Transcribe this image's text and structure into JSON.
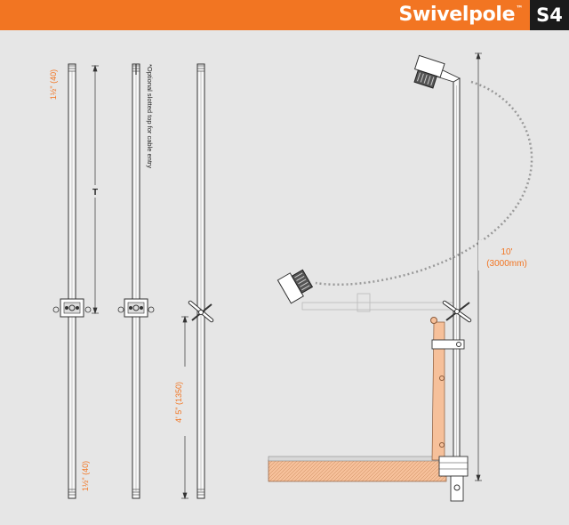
{
  "header": {
    "brand": "Swivelpole",
    "trademark": "™",
    "code": "S4"
  },
  "labels": {
    "top_dimension": "1½\"  (40)",
    "bottom_dimension": "1½\"  (40)",
    "top_section": "T",
    "lower_height": "4' 5\"  (1350)",
    "slotted_note": "*Optional slotted top for cable entry",
    "total_height_ft": "10'",
    "total_height_mm": "(3000mm)"
  },
  "colors": {
    "accent": "#f27522",
    "dark": "#1b1b1b",
    "background": "#e6e6e6",
    "fill": "#f6c09a"
  }
}
